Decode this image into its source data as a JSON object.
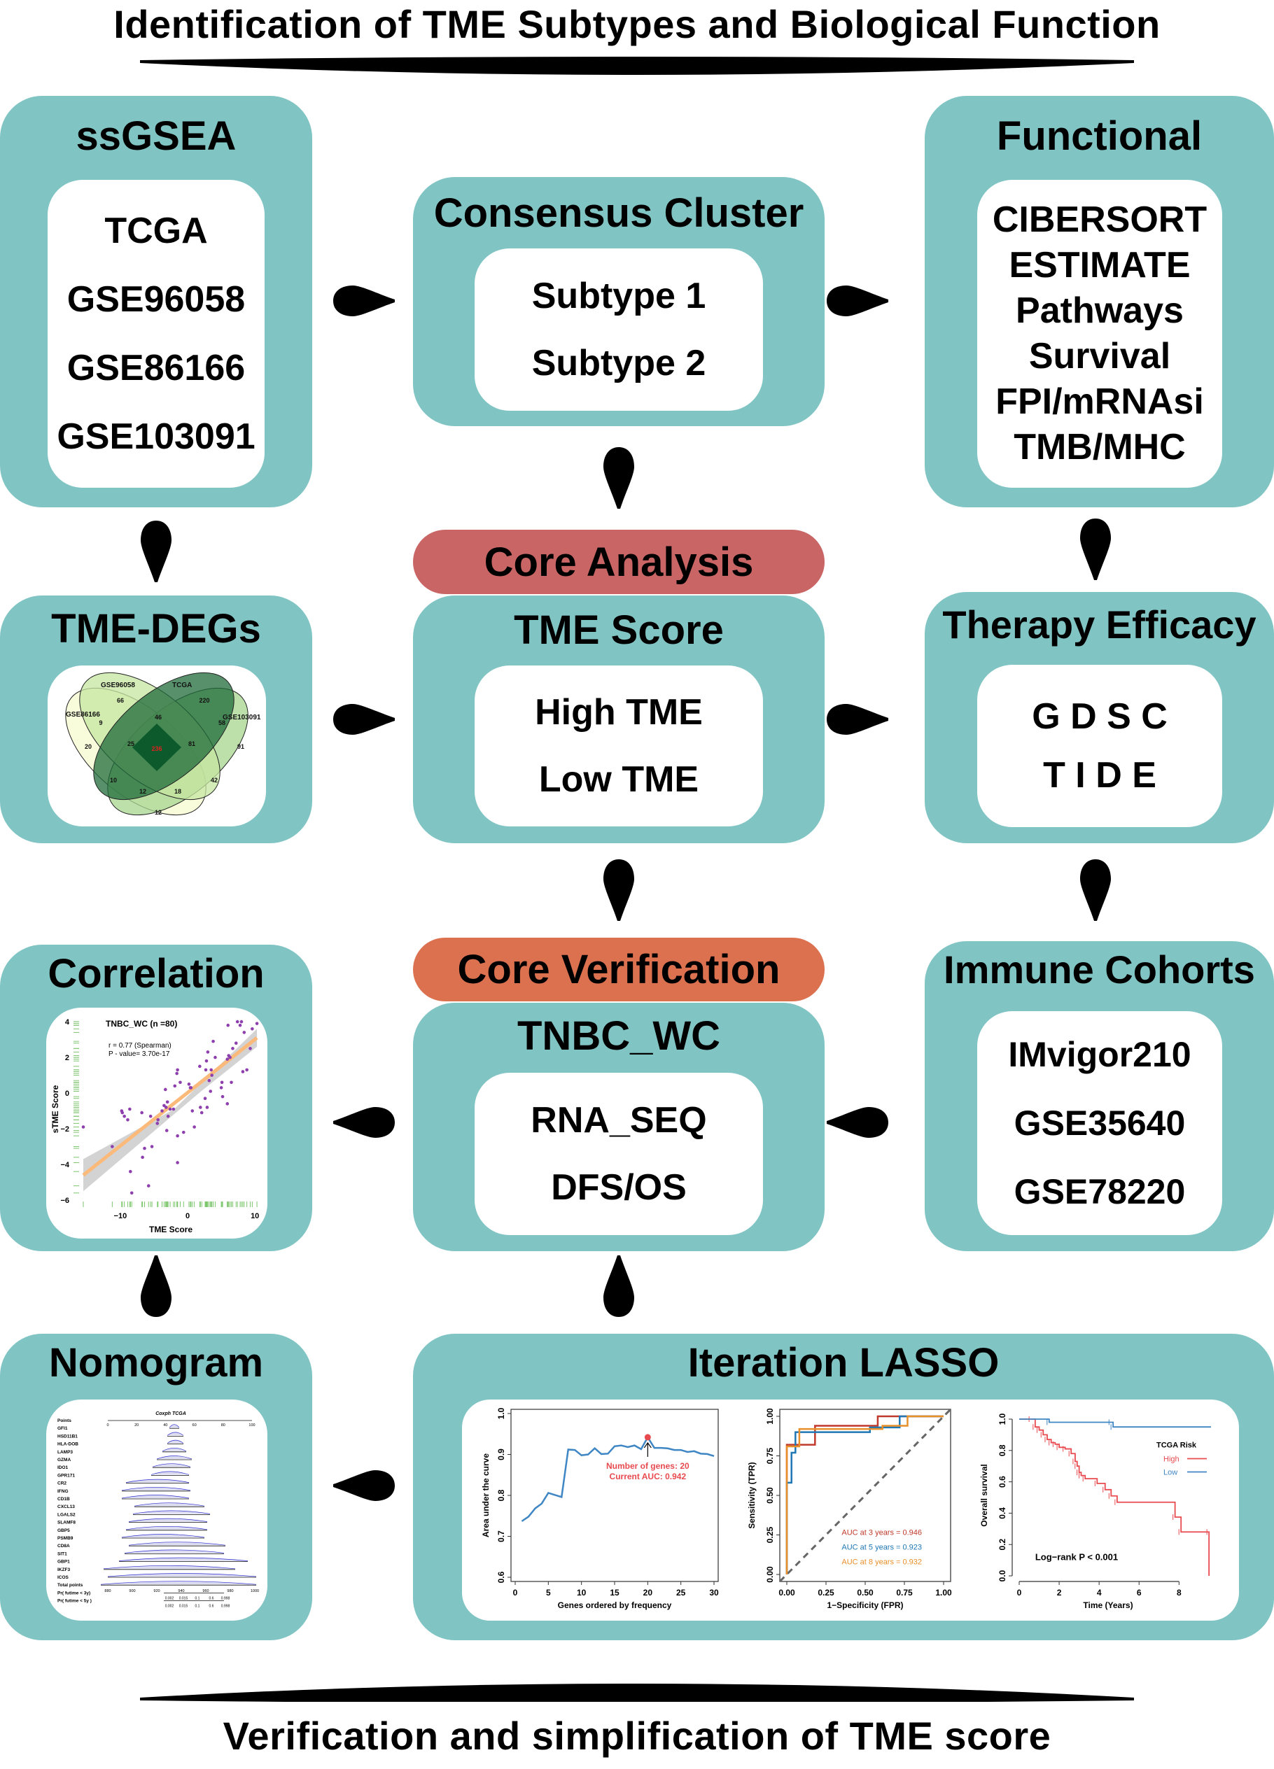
{
  "header": {
    "title": "Identification of TME Subtypes and Biological Function"
  },
  "footer": {
    "title": "Verification and simplification of TME score"
  },
  "colors": {
    "box_teal": "#80c4c4",
    "core_analysis": "#c96565",
    "core_verification": "#dc7150",
    "arrow": "#000000"
  },
  "boxes": {
    "ssgsea": {
      "title": "ssGSEA",
      "items": [
        "TCGA",
        "GSE96058",
        "GSE86166",
        "GSE103091"
      ]
    },
    "consensus": {
      "title": "Consensus Cluster",
      "items": [
        "Subtype 1",
        "Subtype 2"
      ]
    },
    "functional": {
      "title": "Functional",
      "items": [
        "CIBERSORT",
        "ESTIMATE",
        "Pathways",
        "Survival",
        "FPI/mRNAsi",
        "TMB/MHC"
      ]
    },
    "tme_degs": {
      "title": "TME-DEGs"
    },
    "core_analysis": {
      "label": "Core Analysis"
    },
    "tme_score": {
      "title": "TME Score",
      "items": [
        "High TME",
        "Low TME"
      ]
    },
    "therapy": {
      "title": "Therapy Efficacy",
      "items": [
        "G D S C",
        "T I D E"
      ]
    },
    "correlation": {
      "title": "Correlation"
    },
    "core_verification": {
      "label": "Core Verification"
    },
    "tnbc": {
      "title": "TNBC_WC",
      "items": [
        "RNA_SEQ",
        "DFS/OS"
      ]
    },
    "immune": {
      "title": "Immune Cohorts",
      "items": [
        "IMvigor210",
        "GSE35640",
        "GSE78220"
      ]
    },
    "nomogram": {
      "title": "Nomogram"
    },
    "lasso": {
      "title": "Iteration LASSO"
    }
  },
  "arrows": [
    {
      "from": "ssgsea",
      "to": "consensus",
      "direction": "right"
    },
    {
      "from": "consensus",
      "to": "functional",
      "direction": "right"
    },
    {
      "from": "ssgsea",
      "to": "tme_degs",
      "direction": "down"
    },
    {
      "from": "consensus",
      "to": "core_analysis",
      "direction": "down"
    },
    {
      "from": "functional",
      "to": "therapy",
      "direction": "down"
    },
    {
      "from": "tme_degs",
      "to": "tme_score",
      "direction": "right"
    },
    {
      "from": "tme_score",
      "to": "therapy",
      "direction": "right"
    },
    {
      "from": "tme_score",
      "to": "core_verification",
      "direction": "down"
    },
    {
      "from": "therapy",
      "to": "immune",
      "direction": "down"
    },
    {
      "from": "tnbc",
      "to": "correlation",
      "direction": "left"
    },
    {
      "from": "immune",
      "to": "tnbc",
      "direction": "left"
    },
    {
      "from": "nomogram",
      "to": "correlation",
      "direction": "up"
    },
    {
      "from": "lasso",
      "to": "tnbc",
      "direction": "up"
    },
    {
      "from": "lasso",
      "to": "nomogram",
      "direction": "left"
    }
  ],
  "chart_data": [
    {
      "id": "venn",
      "type": "venn",
      "title": "",
      "sets": [
        "GSE96058",
        "TCGA",
        "GSE86166",
        "GSE103091"
      ],
      "regions": [
        {
          "label": "GSE96058 only",
          "value": 66
        },
        {
          "label": "TCGA only",
          "value": 220
        },
        {
          "label": "GSE86166 only",
          "value": 20
        },
        {
          "label": "GSE103091 only",
          "value": 91
        },
        {
          "label": "GSE86166 & GSE96058",
          "value": 9
        },
        {
          "label": "GSE96058 & TCGA",
          "value": 46
        },
        {
          "label": "TCGA & GSE103091",
          "value": 58
        },
        {
          "label": "GSE86166 & GSE96058 & TCGA",
          "value": 25
        },
        {
          "label": "GSE96058 & TCGA & GSE103091",
          "value": 81
        },
        {
          "label": "all four",
          "value": 236
        },
        {
          "label": "GSE86166 & GSE103091",
          "value": 10
        },
        {
          "label": "GSE96058 & GSE103091",
          "value": 42
        },
        {
          "label": "GSE86166 & TCGA & GSE103091",
          "value": 12
        },
        {
          "label": "GSE86166 & GSE96058 & GSE103091",
          "value": 18
        },
        {
          "label": "GSE86166 & TCGA",
          "value": 12
        }
      ]
    },
    {
      "id": "correlation",
      "type": "scatter",
      "title": "TNBC_WC (n =80)",
      "annotation": [
        "r = 0.77 (Spearman)",
        "P - value= 3.70e-17"
      ],
      "xlabel": "TME Score",
      "ylabel": "sTME Score",
      "xlim": [
        -15.5,
        10.5
      ],
      "ylim": [
        -6,
        4.2
      ],
      "xticks": [
        -10,
        0,
        10
      ],
      "yticks": [
        -6,
        -4,
        -2,
        0,
        2,
        4
      ],
      "fit": {
        "x": [
          -15.5,
          10.3
        ],
        "y": [
          -4.6,
          3.1
        ]
      },
      "points": [
        [
          -15.5,
          -1.9
        ],
        [
          -11.2,
          -3.0
        ],
        [
          -9.8,
          -1.0
        ],
        [
          -9.7,
          -1.1
        ],
        [
          -9.4,
          -1.3
        ],
        [
          -8.9,
          -1.5
        ],
        [
          -8.6,
          -0.9
        ],
        [
          -8.5,
          -4.4
        ],
        [
          -8.3,
          -5.6
        ],
        [
          -6.8,
          -1.1
        ],
        [
          -6.7,
          -3.6
        ],
        [
          -6.4,
          -3.1
        ],
        [
          -5.8,
          -5.2
        ],
        [
          -5.5,
          -1.3
        ],
        [
          -5.3,
          -3.0
        ],
        [
          -4.5,
          -1.7
        ],
        [
          -4.4,
          -1.5
        ],
        [
          -3.8,
          -1.0
        ],
        [
          -3.5,
          -0.7
        ],
        [
          -3.3,
          0.2
        ],
        [
          -3.2,
          -0.8
        ],
        [
          -3.1,
          -2.1
        ],
        [
          -3.0,
          -0.5
        ],
        [
          -2.9,
          -1.3
        ],
        [
          -2.6,
          -0.9
        ],
        [
          -2.1,
          -0.9
        ],
        [
          -1.9,
          0.4
        ],
        [
          -1.6,
          1.1
        ],
        [
          -1.5,
          1.3
        ],
        [
          -1.5,
          -2.4
        ],
        [
          -1.5,
          -3.9
        ],
        [
          -1.1,
          0.6
        ],
        [
          -0.6,
          -2.2
        ],
        [
          0.2,
          0.5
        ],
        [
          0.4,
          0.3
        ],
        [
          0.5,
          0.3
        ],
        [
          0.7,
          -1.0
        ],
        [
          1.0,
          -1.9
        ],
        [
          1.8,
          1.5
        ],
        [
          1.9,
          -0.8
        ],
        [
          2.1,
          -1.1
        ],
        [
          2.6,
          -0.3
        ],
        [
          2.7,
          1.3
        ],
        [
          2.8,
          1.8
        ],
        [
          2.9,
          -0.8
        ],
        [
          3.0,
          2.3
        ],
        [
          3.2,
          0.7
        ],
        [
          3.4,
          0.1
        ],
        [
          3.5,
          1.3
        ],
        [
          3.6,
          1.0
        ],
        [
          3.8,
          2.9
        ],
        [
          4.1,
          2.0
        ],
        [
          5.0,
          0.3
        ],
        [
          5.1,
          0.6
        ],
        [
          5.2,
          -0.2
        ],
        [
          5.9,
          -0.6
        ],
        [
          5.9,
          1.9
        ],
        [
          6.0,
          3.8
        ],
        [
          6.1,
          2.1
        ],
        [
          6.3,
          2.0
        ],
        [
          6.5,
          0.6
        ],
        [
          6.7,
          2.5
        ],
        [
          7.2,
          2.8
        ],
        [
          7.4,
          4.0
        ],
        [
          7.8,
          3.8
        ],
        [
          8.0,
          4.0
        ],
        [
          8.2,
          1.2
        ],
        [
          8.4,
          3.4
        ],
        [
          8.8,
          1.3
        ],
        [
          9.3,
          2.5
        ],
        [
          9.6,
          3.6
        ],
        [
          10.3,
          3.9
        ]
      ]
    },
    {
      "id": "nomogram",
      "type": "nomogram",
      "title": "Coxph TCGA",
      "rows": [
        "Points",
        "GFI1",
        "HSD11B1",
        "HLA-DOB",
        "LAMP3",
        "GZMA",
        "IDO1",
        "GPR171",
        "CR2",
        "IFNG",
        "CD1B",
        "CXCL13",
        "LGALS2",
        "SLAMF8",
        "GBP5",
        "PSMB9",
        "CD8A",
        "SIT1",
        "GBP1",
        "IKZF3",
        "ICOS",
        "Total points",
        "Pr( futime < 3y)",
        "Pr( futime < 5y )"
      ],
      "points_axis": [
        0,
        20,
        40,
        60,
        80,
        100
      ],
      "total_points_axis": [
        880,
        900,
        920,
        940,
        960,
        980,
        1000
      ],
      "probability_axis": [
        "0.002",
        "0.015",
        "0.1",
        "0.6",
        "0.998"
      ]
    },
    {
      "id": "auc_curve",
      "type": "line",
      "title": "",
      "xlabel": "Genes ordered by frequency",
      "ylabel": "Area under the curve",
      "xlim": [
        0,
        30
      ],
      "ylim": [
        0.6,
        1.0
      ],
      "xticks": [
        0,
        5,
        10,
        15,
        20,
        25,
        30
      ],
      "yticks": [
        0.6,
        0.7,
        0.8,
        0.9,
        1.0
      ],
      "x": [
        1,
        2,
        3,
        4,
        5,
        6,
        7,
        8,
        9,
        10,
        11,
        12,
        13,
        14,
        15,
        16,
        17,
        18,
        19,
        20,
        21,
        22,
        23,
        24,
        25,
        26,
        27,
        28,
        29,
        30
      ],
      "y": [
        0.737,
        0.748,
        0.768,
        0.78,
        0.806,
        0.801,
        0.796,
        0.912,
        0.911,
        0.898,
        0.9,
        0.915,
        0.901,
        0.902,
        0.92,
        0.922,
        0.918,
        0.922,
        0.913,
        0.942,
        0.916,
        0.916,
        0.915,
        0.911,
        0.911,
        0.906,
        0.908,
        0.902,
        0.901,
        0.896
      ],
      "highlight": {
        "x": 20,
        "y": 0.942,
        "labels": [
          "Number of genes: 20",
          "Current AUC: 0.942"
        ]
      },
      "colors": {
        "line": "#3f86c4",
        "highlight": "#e84a4f"
      }
    },
    {
      "id": "roc",
      "type": "line",
      "title": "",
      "xlabel": "1−Specificity (FPR)",
      "ylabel": "Sensitivity (TPR)",
      "xlim": [
        0,
        1
      ],
      "ylim": [
        0,
        1
      ],
      "xticks": [
        "0.00",
        "0.25",
        "0.50",
        "0.75",
        "1.00"
      ],
      "yticks": [
        "0.00",
        "0.25",
        "0.50",
        "0.75",
        "1.00"
      ],
      "series": [
        {
          "name": "AUC at 3 years = 0.946",
          "color": "#c0392b",
          "x": [
            0,
            0,
            0.18,
            0.18,
            0.58,
            0.58,
            1
          ],
          "y": [
            0,
            0.82,
            0.82,
            0.94,
            0.94,
            1,
            1
          ]
        },
        {
          "name": "AUC at 5 years = 0.923",
          "color": "#1f77b4",
          "x": [
            0,
            0,
            0.03,
            0.03,
            0.055,
            0.055,
            0.53,
            0.53,
            0.72,
            0.72,
            1
          ],
          "y": [
            0,
            0.58,
            0.58,
            0.77,
            0.77,
            0.9,
            0.9,
            0.93,
            0.93,
            1,
            1
          ]
        },
        {
          "name": "AUC at 8 years = 0.932",
          "color": "#e8902a",
          "x": [
            0,
            0,
            0.08,
            0.08,
            0.61,
            0.61,
            0.77,
            0.77,
            1
          ],
          "y": [
            0,
            0.81,
            0.81,
            0.92,
            0.92,
            0.94,
            0.94,
            1,
            1
          ]
        }
      ]
    },
    {
      "id": "survival",
      "type": "line",
      "title": "",
      "xlabel": "Time (Years)",
      "ylabel": "Overall survival",
      "xlim": [
        0,
        9.6
      ],
      "ylim": [
        0,
        1
      ],
      "xticks": [
        0,
        2,
        4,
        6,
        8
      ],
      "yticks": [
        "0.0",
        "0.2",
        "0.4",
        "0.6",
        "0.8",
        "1.0"
      ],
      "legend": {
        "title": "TCGA Risk",
        "position": "right"
      },
      "annotation": "Log−rank P < 0.001",
      "series": [
        {
          "name": "High",
          "color": "#e84a4f",
          "x": [
            0,
            0.6,
            0.8,
            1.0,
            1.2,
            1.4,
            1.6,
            1.8,
            2.0,
            2.3,
            2.6,
            2.8,
            2.9,
            3.0,
            3.1,
            3.3,
            3.9,
            4.3,
            4.6,
            4.9,
            7.8,
            8.1,
            9.5,
            9.5
          ],
          "y": [
            1,
            1,
            0.95,
            0.93,
            0.9,
            0.87,
            0.85,
            0.84,
            0.82,
            0.81,
            0.78,
            0.73,
            0.7,
            0.66,
            0.64,
            0.62,
            0.59,
            0.55,
            0.51,
            0.47,
            0.375,
            0.28,
            0.28,
            0
          ]
        },
        {
          "name": "Low",
          "color": "#3f86c4",
          "x": [
            0,
            1.5,
            4.6,
            4.7,
            9.6
          ],
          "y": [
            1,
            0.98,
            0.98,
            0.95,
            0.95
          ]
        }
      ]
    }
  ]
}
